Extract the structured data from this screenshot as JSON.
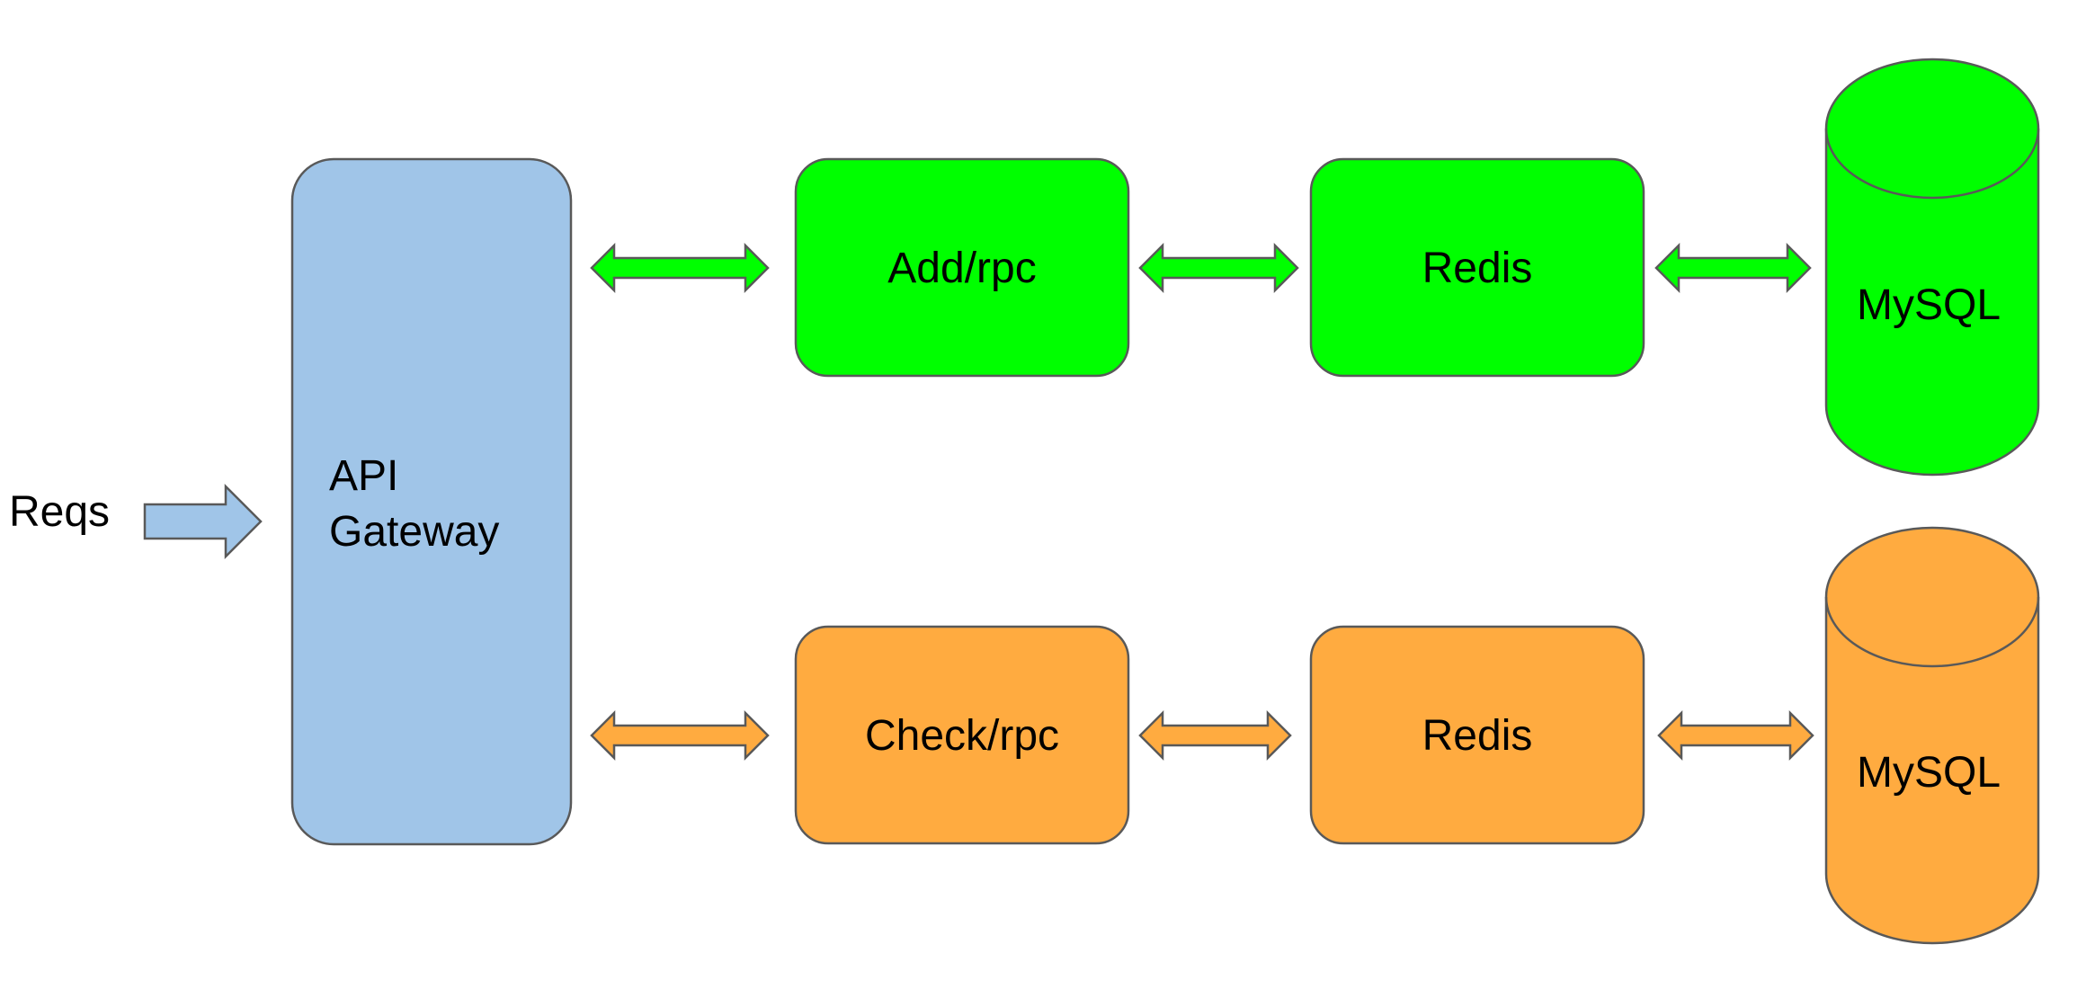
{
  "diagram": {
    "input": {
      "label": "Reqs"
    },
    "gateway": {
      "label_line1": "API",
      "label_line2": "Gateway"
    },
    "add_pipeline": {
      "service": "Add/rpc",
      "cache": "Redis",
      "database": "MySQL"
    },
    "check_pipeline": {
      "service": "Check/rpc",
      "cache": "Redis",
      "database": "MySQL"
    }
  },
  "colors": {
    "gateway_fill": "#a0c5e8",
    "add_fill": "#00ff00",
    "check_fill": "#ffab40",
    "stroke": "#595959",
    "text": "#000000"
  }
}
